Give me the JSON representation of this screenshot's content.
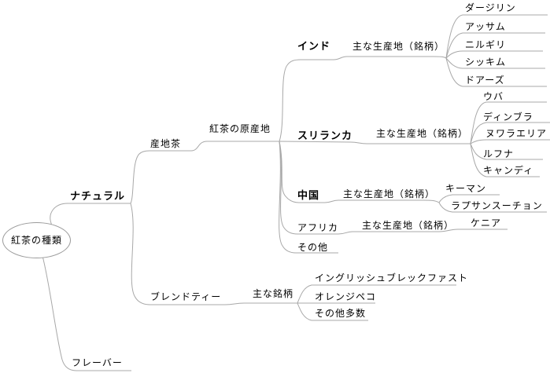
{
  "colors": {
    "line": "#a8a8a8",
    "text": "#000000",
    "background": "#ffffff"
  },
  "mindmap": {
    "root": {
      "label": "紅茶の種類"
    },
    "natural": {
      "label": "ナチュラル"
    },
    "flavor": {
      "label": "フレーバー"
    },
    "sanchicha": {
      "label": "産地茶"
    },
    "origin": {
      "label": "紅茶の原産地"
    },
    "india": {
      "label": "インド",
      "sub": "主な生産地（銘柄）",
      "leaves": [
        "ダージリン",
        "アッサム",
        "ニルギリ",
        "シッキム",
        "ドアーズ"
      ]
    },
    "srilanka": {
      "label": "スリランカ",
      "sub": "主な生産地（銘柄）",
      "leaves": [
        "ウバ",
        "ディンブラ",
        "ヌワラエリア",
        "ルフナ",
        "キャンディ"
      ]
    },
    "china": {
      "label": "中国",
      "sub": "主な生産地（銘柄）",
      "leaves": [
        "キーマン",
        "ラプサンスーチョン"
      ]
    },
    "africa": {
      "label": "アフリカ",
      "sub": "主な生産地（銘柄）",
      "leaves": [
        "ケニア"
      ]
    },
    "others": {
      "label": "その他"
    },
    "blend": {
      "label": "ブレンドティー",
      "sub": "主な銘柄",
      "leaves": [
        "イングリッシュブレックファスト",
        "オレンジペコ",
        "その他多数"
      ]
    }
  }
}
